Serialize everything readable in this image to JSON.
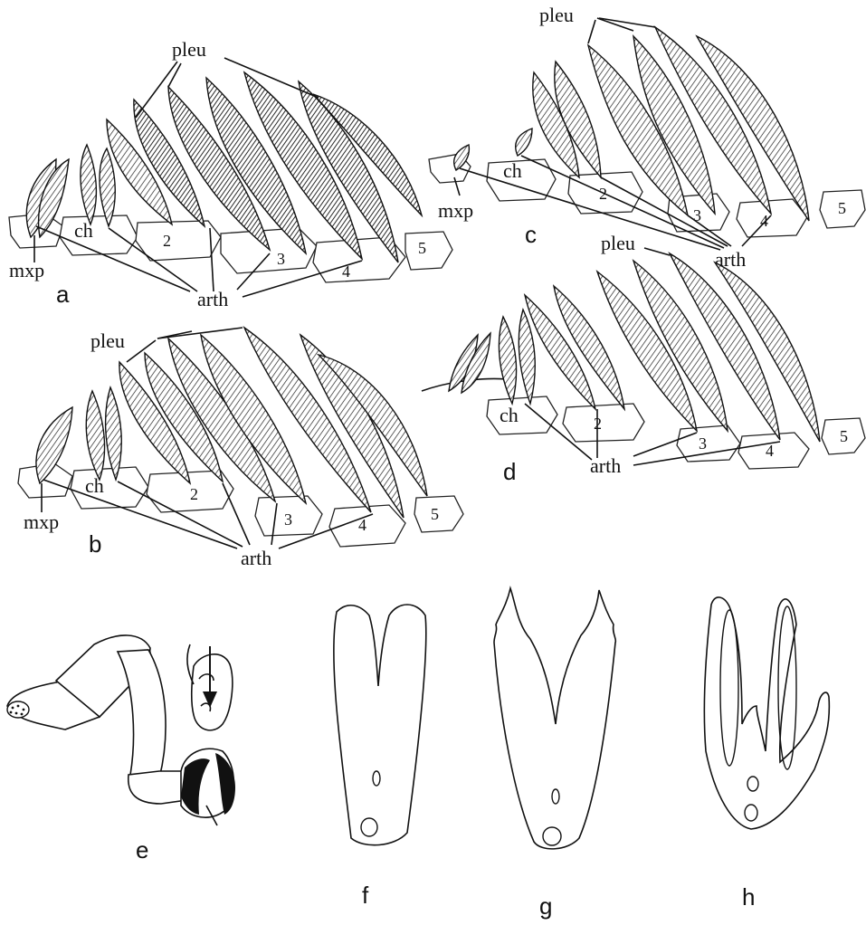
{
  "figure": {
    "panel_a": {
      "letter": "a",
      "labels": {
        "pleu": "pleu",
        "arth": "arth",
        "ch": "ch",
        "mxp": "mxp"
      },
      "segments": [
        "2",
        "3",
        "4",
        "5"
      ]
    },
    "panel_b": {
      "letter": "b",
      "labels": {
        "pleu": "pleu",
        "arth": "arth",
        "ch": "ch",
        "mxp": "mxp"
      },
      "segments": [
        "2",
        "3",
        "4",
        "5"
      ]
    },
    "panel_c": {
      "letter": "c",
      "labels": {
        "pleu": "pleu",
        "arth": "arth",
        "ch": "ch",
        "mxp": "mxp"
      },
      "segments": [
        "2",
        "3",
        "4",
        "5"
      ]
    },
    "panel_d": {
      "letter": "d",
      "labels": {
        "pleu": "pleu",
        "arth": "arth",
        "ch": "ch"
      },
      "segments": [
        "2",
        "3",
        "4",
        "5"
      ]
    },
    "panel_e": {
      "letter": "e"
    },
    "panel_f": {
      "letter": "f"
    },
    "panel_g": {
      "letter": "g"
    },
    "panel_h": {
      "letter": "h"
    }
  }
}
